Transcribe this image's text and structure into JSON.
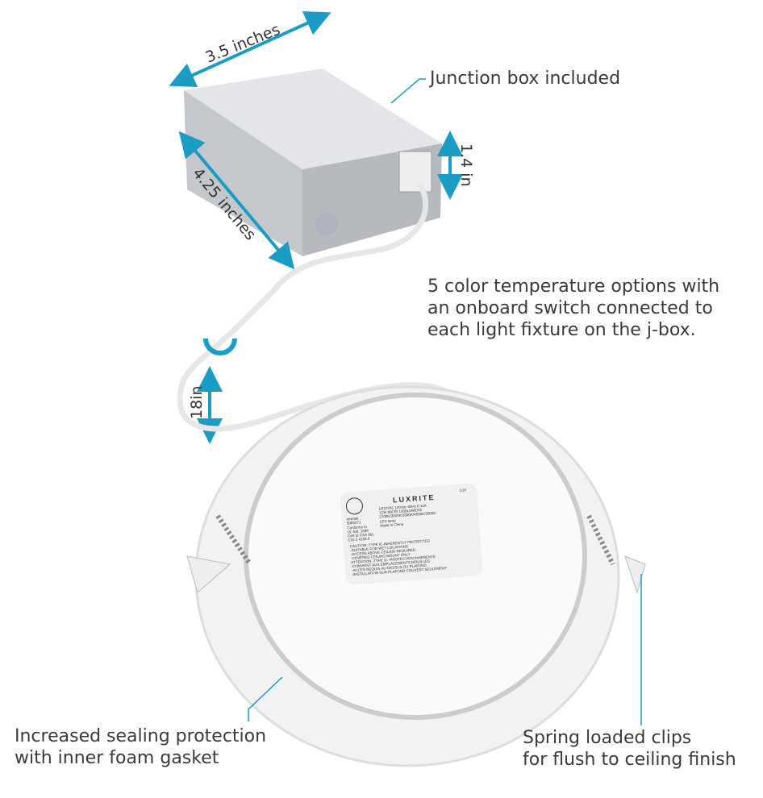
{
  "dimensions": {
    "width": "3.5 inches",
    "depth": "4.25 inches",
    "height": "1.4 in",
    "cable": "18in"
  },
  "callouts": {
    "junction_box": "Junction box included",
    "color_temp": [
      "5 color temperature options with",
      "an onboard switch connected to",
      "each light fixture on the j-box."
    ],
    "gasket": [
      "Increased sealing protection",
      "with inner foam gasket"
    ],
    "clips": [
      "Spring loaded clips",
      "for flush to ceiling finish"
    ]
  },
  "product_label": {
    "brand": "LUXRITE",
    "code": "1220",
    "cert": [
      "Intertek",
      "5005271",
      "Conforms to",
      "UL Std. 1598",
      "Cert to CSA Std.",
      "C22.2 #250.0"
    ],
    "specs": [
      "LR23761  120Vac 60Hz 0.12A",
      "12W 80CRI  1000LUMENS",
      "2700K/3000K/3500K/4000K/5000K",
      "LED lamp",
      "Made in China"
    ],
    "warnings": [
      "CAUTION:-TYPE IC-INHERENTLY PROTECTED",
      "-SUITABLE FOR WET LOCATIONS",
      "-ACCESS ABOVE CEILING REQUIRED",
      "-COVERED CEILING MOUNT ONLY",
      "ATTENTION:-TYPE IC -PROTECTION INHERENTE",
      "-CONVIENT AUX EMPLACEMENTS MOUILLES",
      "-ACCES REQUIS AU-DESSUS DU PLAFOND",
      "-INSTALLATION SUR PLAFOND COUVERT SEULEMENT"
    ]
  },
  "colors": {
    "accent": "#1a9cc4",
    "metal": "#c9ccd0"
  }
}
